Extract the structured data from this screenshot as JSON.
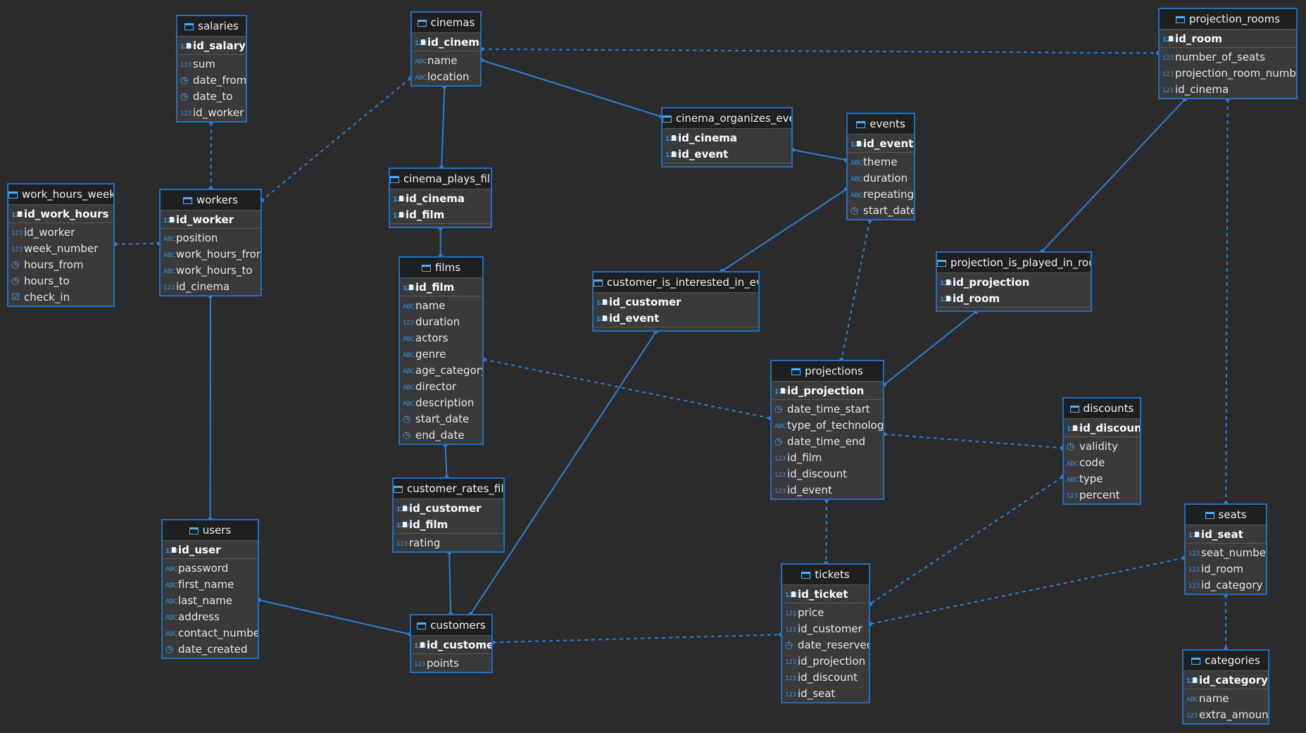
{
  "tables": [
    {
      "id": "salaries",
      "title": "salaries",
      "keys": [
        {
          "name": "id_salary",
          "type": "num"
        }
      ],
      "cols": [
        {
          "name": "sum",
          "type": "num"
        },
        {
          "name": "date_from",
          "type": "date"
        },
        {
          "name": "date_to",
          "type": "date"
        },
        {
          "name": "id_worker",
          "type": "num"
        }
      ]
    },
    {
      "id": "cinemas",
      "title": "cinemas",
      "keys": [
        {
          "name": "id_cinema",
          "type": "num"
        }
      ],
      "cols": [
        {
          "name": "name",
          "type": "text"
        },
        {
          "name": "location",
          "type": "text"
        }
      ]
    },
    {
      "id": "projection_rooms",
      "title": "projection_rooms",
      "keys": [
        {
          "name": "id_room",
          "type": "num"
        }
      ],
      "cols": [
        {
          "name": "number_of_seats",
          "type": "num"
        },
        {
          "name": "projection_room_number",
          "type": "num"
        },
        {
          "name": "id_cinema",
          "type": "num"
        }
      ]
    },
    {
      "id": "cinema_organizes_event",
      "title": "cinema_organizes_event",
      "keys": [
        {
          "name": "id_cinema",
          "type": "num"
        },
        {
          "name": "id_event",
          "type": "num"
        }
      ],
      "cols": []
    },
    {
      "id": "events",
      "title": "events",
      "keys": [
        {
          "name": "id_event",
          "type": "num"
        }
      ],
      "cols": [
        {
          "name": "theme",
          "type": "text"
        },
        {
          "name": "duration",
          "type": "text"
        },
        {
          "name": "repeating",
          "type": "text"
        },
        {
          "name": "start_date",
          "type": "date"
        }
      ]
    },
    {
      "id": "work_hours_weekly",
      "title": "work_hours_weekly",
      "keys": [
        {
          "name": "id_work_hours",
          "type": "num"
        }
      ],
      "cols": [
        {
          "name": "id_worker",
          "type": "num"
        },
        {
          "name": "week_number",
          "type": "num"
        },
        {
          "name": "hours_from",
          "type": "date"
        },
        {
          "name": "hours_to",
          "type": "date"
        },
        {
          "name": "check_in",
          "type": "bool"
        }
      ]
    },
    {
      "id": "workers",
      "title": "workers",
      "keys": [
        {
          "name": "id_worker",
          "type": "num"
        }
      ],
      "cols": [
        {
          "name": "position",
          "type": "text"
        },
        {
          "name": "work_hours_from",
          "type": "text"
        },
        {
          "name": "work_hours_to",
          "type": "text"
        },
        {
          "name": "id_cinema",
          "type": "num"
        }
      ]
    },
    {
      "id": "cinema_plays_film",
      "title": "cinema_plays_film",
      "keys": [
        {
          "name": "id_cinema",
          "type": "num"
        },
        {
          "name": "id_film",
          "type": "num"
        }
      ],
      "cols": []
    },
    {
      "id": "films",
      "title": "films",
      "keys": [
        {
          "name": "id_film",
          "type": "num"
        }
      ],
      "cols": [
        {
          "name": "name",
          "type": "text"
        },
        {
          "name": "duration",
          "type": "num"
        },
        {
          "name": "actors",
          "type": "text"
        },
        {
          "name": "genre",
          "type": "text"
        },
        {
          "name": "age_category",
          "type": "text"
        },
        {
          "name": "director",
          "type": "text"
        },
        {
          "name": "description",
          "type": "text"
        },
        {
          "name": "start_date",
          "type": "date"
        },
        {
          "name": "end_date",
          "type": "date"
        }
      ]
    },
    {
      "id": "customer_is_interested_in_event",
      "title": "customer_is_interested_in_event",
      "keys": [
        {
          "name": "id_customer",
          "type": "num"
        },
        {
          "name": "id_event",
          "type": "num"
        }
      ],
      "cols": []
    },
    {
      "id": "projection_is_played_in_room",
      "title": "projection_is_played_in_room",
      "keys": [
        {
          "name": "id_projection",
          "type": "num"
        },
        {
          "name": "id_room",
          "type": "num"
        }
      ],
      "cols": []
    },
    {
      "id": "projections",
      "title": "projections",
      "keys": [
        {
          "name": "id_projection",
          "type": "num"
        }
      ],
      "cols": [
        {
          "name": "date_time_start",
          "type": "date"
        },
        {
          "name": "type_of_technology",
          "type": "text"
        },
        {
          "name": "date_time_end",
          "type": "date"
        },
        {
          "name": "id_film",
          "type": "num"
        },
        {
          "name": "id_discount",
          "type": "num"
        },
        {
          "name": "id_event",
          "type": "num"
        }
      ]
    },
    {
      "id": "discounts",
      "title": "discounts",
      "keys": [
        {
          "name": "id_discount",
          "type": "num"
        }
      ],
      "cols": [
        {
          "name": "validity",
          "type": "date"
        },
        {
          "name": "code",
          "type": "text"
        },
        {
          "name": "type",
          "type": "text"
        },
        {
          "name": "percent",
          "type": "num"
        }
      ]
    },
    {
      "id": "customer_rates_film",
      "title": "customer_rates_film",
      "keys": [
        {
          "name": "id_customer",
          "type": "num"
        },
        {
          "name": "id_film",
          "type": "num"
        }
      ],
      "cols": [
        {
          "name": "rating",
          "type": "num"
        }
      ]
    },
    {
      "id": "users",
      "title": "users",
      "keys": [
        {
          "name": "id_user",
          "type": "num"
        }
      ],
      "cols": [
        {
          "name": "password",
          "type": "text"
        },
        {
          "name": "first_name",
          "type": "text"
        },
        {
          "name": "last_name",
          "type": "text"
        },
        {
          "name": "address",
          "type": "text"
        },
        {
          "name": "contact_number",
          "type": "text"
        },
        {
          "name": "date_created",
          "type": "date"
        }
      ]
    },
    {
      "id": "customers",
      "title": "customers",
      "keys": [
        {
          "name": "id_customer",
          "type": "num"
        }
      ],
      "cols": [
        {
          "name": "points",
          "type": "num"
        }
      ]
    },
    {
      "id": "tickets",
      "title": "tickets",
      "keys": [
        {
          "name": "id_ticket",
          "type": "num"
        }
      ],
      "cols": [
        {
          "name": "price",
          "type": "num"
        },
        {
          "name": "id_customer",
          "type": "num"
        },
        {
          "name": "date_reserved",
          "type": "date"
        },
        {
          "name": "id_projection",
          "type": "num"
        },
        {
          "name": "id_discount",
          "type": "num"
        },
        {
          "name": "id_seat",
          "type": "num"
        }
      ]
    },
    {
      "id": "seats",
      "title": "seats",
      "keys": [
        {
          "name": "id_seat",
          "type": "num"
        }
      ],
      "cols": [
        {
          "name": "seat_number",
          "type": "num"
        },
        {
          "name": "id_room",
          "type": "num"
        },
        {
          "name": "id_category",
          "type": "num"
        }
      ]
    },
    {
      "id": "categories",
      "title": "categories",
      "keys": [
        {
          "name": "id_category",
          "type": "num"
        }
      ],
      "cols": [
        {
          "name": "name",
          "type": "text"
        },
        {
          "name": "extra_amount",
          "type": "num"
        }
      ]
    }
  ],
  "relations": [
    {
      "from": "salaries",
      "to": "workers",
      "style": "dashed"
    },
    {
      "from": "cinemas",
      "to": "workers",
      "style": "dashed"
    },
    {
      "from": "cinemas",
      "to": "projection_rooms",
      "style": "dashed"
    },
    {
      "from": "cinemas",
      "to": "cinema_organizes_event",
      "style": "solid"
    },
    {
      "from": "cinemas",
      "to": "cinema_plays_film",
      "style": "solid"
    },
    {
      "from": "cinema_organizes_event",
      "to": "events",
      "style": "solid"
    },
    {
      "from": "work_hours_weekly",
      "to": "workers",
      "style": "dashed"
    },
    {
      "from": "workers",
      "to": "users",
      "style": "solid"
    },
    {
      "from": "cinema_plays_film",
      "to": "films",
      "style": "solid"
    },
    {
      "from": "events",
      "to": "customer_is_interested_in_event",
      "style": "solid"
    },
    {
      "from": "events",
      "to": "projections",
      "style": "dashed"
    },
    {
      "from": "projection_rooms",
      "to": "projection_is_played_in_room",
      "style": "solid"
    },
    {
      "from": "projection_rooms",
      "to": "seats",
      "style": "dashed"
    },
    {
      "from": "projection_is_played_in_room",
      "to": "projections",
      "style": "solid"
    },
    {
      "from": "films",
      "to": "projections",
      "style": "dashed"
    },
    {
      "from": "films",
      "to": "customer_rates_film",
      "style": "solid"
    },
    {
      "from": "customer_rates_film",
      "to": "customers",
      "style": "solid"
    },
    {
      "from": "customer_is_interested_in_event",
      "to": "customers",
      "style": "solid"
    },
    {
      "from": "projections",
      "to": "discounts",
      "style": "dashed"
    },
    {
      "from": "projections",
      "to": "tickets",
      "style": "dashed"
    },
    {
      "from": "discounts",
      "to": "tickets",
      "style": "dashed"
    },
    {
      "from": "users",
      "to": "customers",
      "style": "solid"
    },
    {
      "from": "customers",
      "to": "tickets",
      "style": "dashed"
    },
    {
      "from": "seats",
      "to": "tickets",
      "style": "dashed"
    },
    {
      "from": "seats",
      "to": "categories",
      "style": "dashed"
    }
  ],
  "colors": {
    "background": "#2b2b2b",
    "entity_border": "#1e6fc4",
    "link": "#2a7fd4"
  }
}
